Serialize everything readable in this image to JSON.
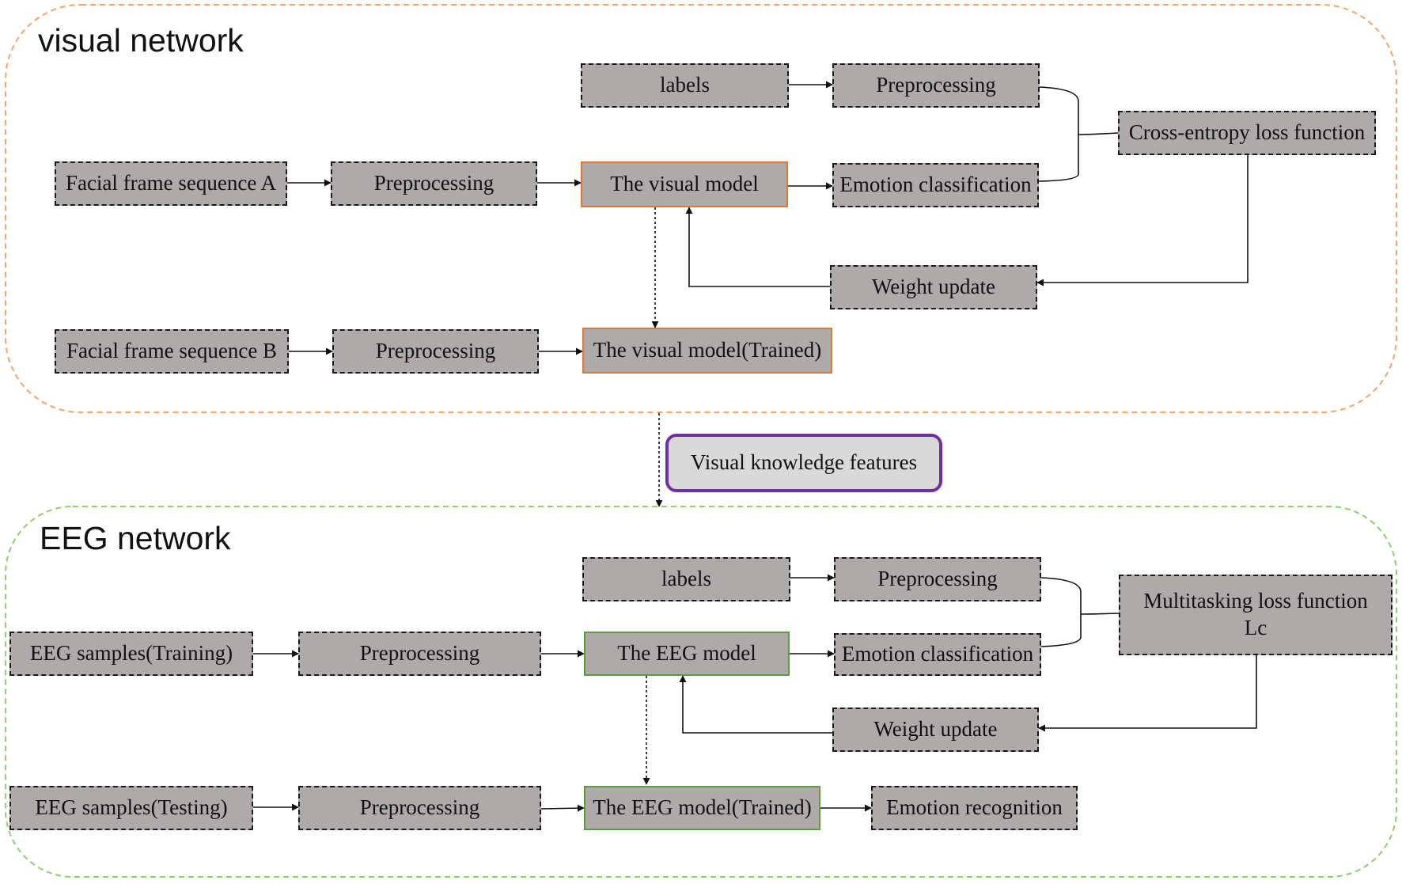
{
  "visual_network": {
    "title": "visual network",
    "labels": "labels",
    "preprocessing_labels": "Preprocessing",
    "cross_entropy": "Cross-entropy loss function",
    "facial_a": "Facial frame sequence A",
    "preprocessing_a": "Preprocessing",
    "visual_model": "The visual model",
    "emotion_classification": "Emotion classification",
    "weight_update": "Weight update",
    "facial_b": "Facial frame sequence B",
    "preprocessing_b": "Preprocessing",
    "visual_model_trained": "The visual model(Trained)"
  },
  "bridge": {
    "visual_knowledge": "Visual knowledge features"
  },
  "eeg_network": {
    "title": "EEG network",
    "labels": "labels",
    "preprocessing_labels": "Preprocessing",
    "multitask_line1": "Multitasking loss function",
    "multitask_line2": "Lc",
    "eeg_training": "EEG samples(Training)",
    "preprocessing_training": "Preprocessing",
    "eeg_model": "The EEG model",
    "emotion_classification": "Emotion classification",
    "weight_update": "Weight update",
    "eeg_testing": "EEG samples(Testing)",
    "preprocessing_testing": "Preprocessing",
    "eeg_model_trained": "The EEG model(Trained)",
    "emotion_recognition": "Emotion recognition"
  },
  "colors": {
    "box_fill": "#aeaaaa",
    "visual_border": "#f4a46a",
    "eeg_border": "#8fce6a",
    "visual_model_border": "#e0782e",
    "eeg_model_border": "#5a9e3a",
    "knowledge_border": "#7030a0"
  }
}
